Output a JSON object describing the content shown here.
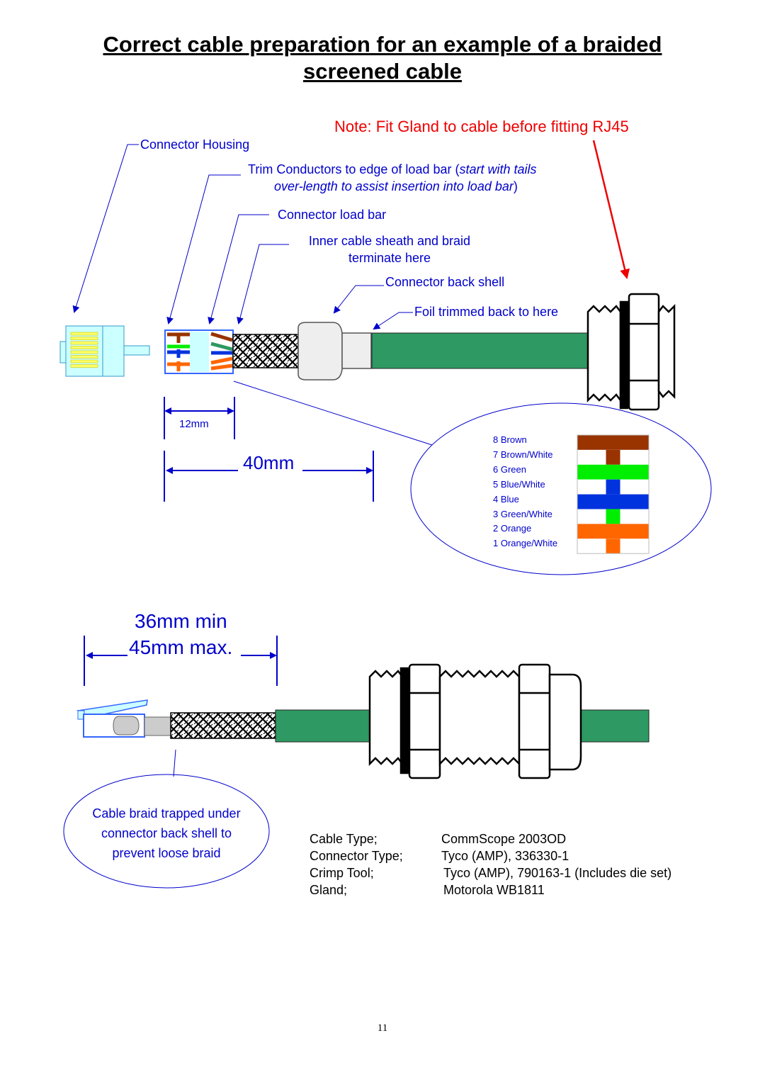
{
  "title": {
    "line1": "Correct cable preparation for an example of a braided",
    "line2": "screened cable"
  },
  "note": "Note: Fit Gland to cable before fitting RJ45",
  "labels": {
    "connector_housing": "Connector Housing",
    "trim_line1_a": "Trim Conductors to edge of load bar (",
    "trim_line1_italic": "start with tails",
    "trim_line2_italic": "over-length to assist insertion into load bar",
    "trim_line2_b": ")",
    "load_bar": "Connector load bar",
    "inner_sheath_line1": "Inner cable sheath and braid",
    "inner_sheath_line2": "terminate here",
    "back_shell": "Connector back shell",
    "foil": "Foil trimmed back to here"
  },
  "dimensions": {
    "d12": "12mm",
    "d40": "40mm",
    "min": "36mm min",
    "max": "45mm max."
  },
  "wire_legend": [
    {
      "label": "8 Brown",
      "base": "#993300",
      "stripe": "#993300",
      "solid": true
    },
    {
      "label": "7 Brown/White",
      "base": "#ffffff",
      "stripe": "#993300",
      "solid": false
    },
    {
      "label": "6 Green",
      "base": "#00ee00",
      "stripe": "#00ee00",
      "solid": true
    },
    {
      "label": "5 Blue/White",
      "base": "#ffffff",
      "stripe": "#0033dd",
      "solid": false
    },
    {
      "label": "4 Blue",
      "base": "#0033dd",
      "stripe": "#0033dd",
      "solid": true
    },
    {
      "label": "3 Green/White",
      "base": "#ffffff",
      "stripe": "#00ee00",
      "solid": false
    },
    {
      "label": "2 Orange",
      "base": "#ff6600",
      "stripe": "#ff6600",
      "solid": true
    },
    {
      "label": "1 Orange/White",
      "base": "#ffffff",
      "stripe": "#ff6600",
      "solid": false
    }
  ],
  "braid_note": {
    "line1": "Cable braid trapped under",
    "line2": "connector back shell to",
    "line3": "prevent loose braid"
  },
  "specs": [
    {
      "key": "Cable Type;",
      "value": "CommScope 2003OD"
    },
    {
      "key": "Connector Type;",
      "value": "Tyco (AMP),  336330-1"
    },
    {
      "key": "Crimp Tool;",
      "value": "Tyco (AMP), 790163-1 (Includes die set)"
    },
    {
      "key": "Gland;",
      "value": "Motorola WB1811"
    }
  ],
  "page_number": "11",
  "colors": {
    "cable_green": "#2e9962",
    "label_blue": "#0000cc",
    "note_red": "#ee0000",
    "rj45_cyan": "#ccffff",
    "contact_yellow": "#ffff66"
  }
}
